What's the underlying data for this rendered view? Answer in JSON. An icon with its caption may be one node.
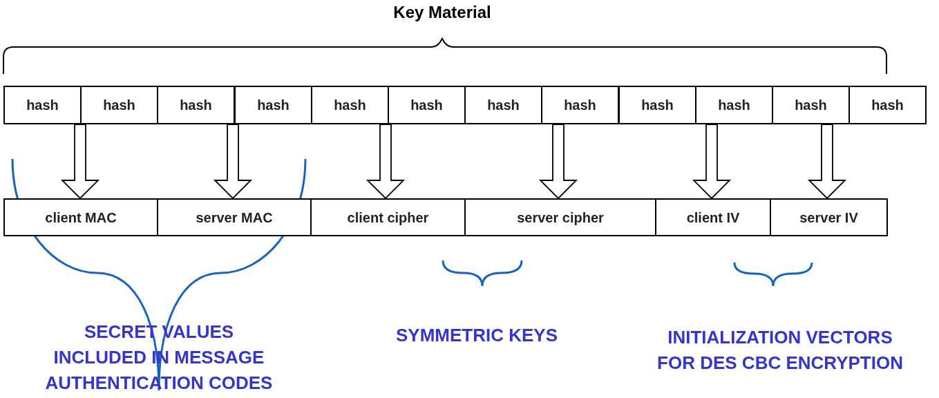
{
  "diagram": {
    "title": "Key Material",
    "nodes": [
      {
        "text": [
          "hash"
        ]
      },
      {
        "text": [
          "hash"
        ]
      },
      {
        "text": [
          "hash"
        ]
      },
      {
        "text": [
          "hash"
        ]
      },
      {
        "text": [
          "hash"
        ]
      },
      {
        "text": [
          "hash"
        ]
      },
      {
        "text": [
          "hash"
        ]
      },
      {
        "text": [
          "hash"
        ]
      },
      {
        "text": [
          "hash"
        ]
      },
      {
        "text": [
          "hash"
        ]
      },
      {
        "text": [
          "hash"
        ]
      },
      {
        "text": [
          "hash"
        ]
      },
      {
        "text": [
          "client MAC"
        ]
      },
      {
        "text": [
          "server MAC"
        ]
      },
      {
        "text": [
          "client cipher"
        ]
      },
      {
        "text": [
          "server cipher"
        ]
      },
      {
        "text": [
          "client IV"
        ]
      },
      {
        "text": [
          "server IV"
        ]
      }
    ],
    "edges": [
      {
        "from": 1,
        "to": 12,
        "arrow": "to"
      },
      {
        "from": 3,
        "to": 13,
        "arrow": "to"
      },
      {
        "from": 5,
        "to": 14,
        "arrow": "to"
      },
      {
        "from": 7,
        "to": 15,
        "arrow": "to"
      },
      {
        "from": 9,
        "to": 16,
        "arrow": "to"
      },
      {
        "from": 10,
        "to": 17,
        "arrow": "to"
      }
    ],
    "labels": [
      "SECRET VALUES INCLUDED IN MESSAGE AUTHENTICATION CODES",
      "SYMMETRIC KEYS",
      "INITIALIZATION VECTORS FOR DES CBC ENCRYPTION"
    ]
  }
}
